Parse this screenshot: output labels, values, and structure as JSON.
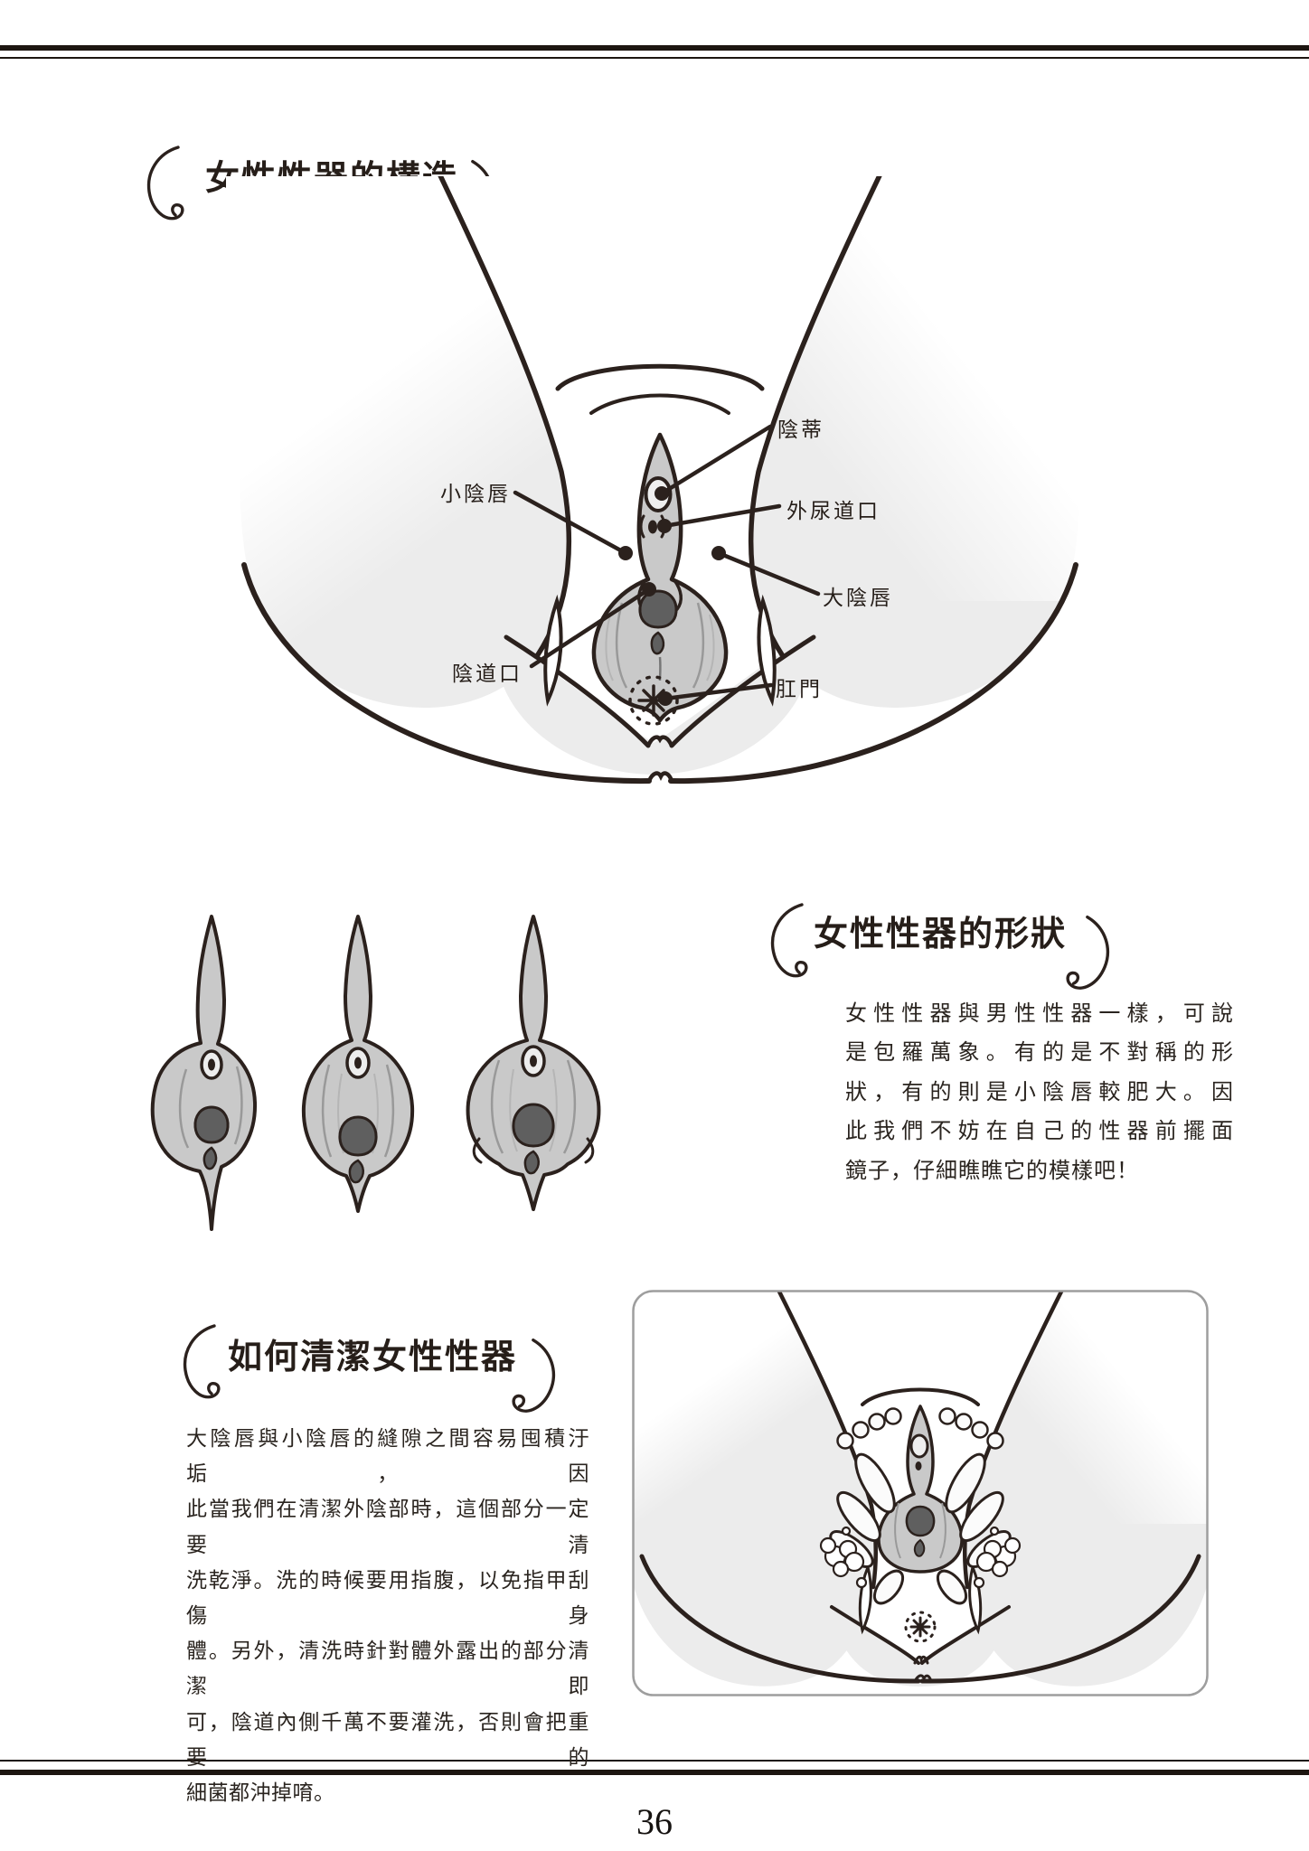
{
  "page": {
    "number": "36"
  },
  "colors": {
    "ink": "#2b211d",
    "skin_fill": "#ececec",
    "vulva_fill": "#c9c9c9",
    "opening_fill": "#5f5f5f",
    "panel_border": "#9e9e9e"
  },
  "section1": {
    "title": "女性性器的構造",
    "labels": {
      "clitoris": "陰蒂",
      "labia_minora": "小陰唇",
      "urethral_opening": "外尿道口",
      "labia_majora": "大陰唇",
      "vaginal_opening": "陰道口",
      "anus": "肛門"
    }
  },
  "section2": {
    "title": "女性性器的形狀",
    "paragraph_lines": [
      "女性性器與男性性器一樣，可說",
      "是包羅萬象。有的是不對稱的形",
      "狀，有的則是小陰唇較肥大。因",
      "此我們不妨在自己的性器前擺面",
      "鏡子，仔細瞧瞧它的模樣吧！"
    ]
  },
  "section3": {
    "title": "如何清潔女性性器",
    "paragraph_lines": [
      "大陰唇與小陰唇的縫隙之間容易囤積汙垢，因",
      "此當我們在清潔外陰部時，這個部分一定要清",
      "洗乾淨。洗的時候要用指腹，以免指甲刮傷身",
      "體。另外，清洗時針對體外露出的部分清潔即",
      "可，陰道內側千萬不要灌洗，否則會把重要的",
      "細菌都沖掉唷。"
    ]
  }
}
